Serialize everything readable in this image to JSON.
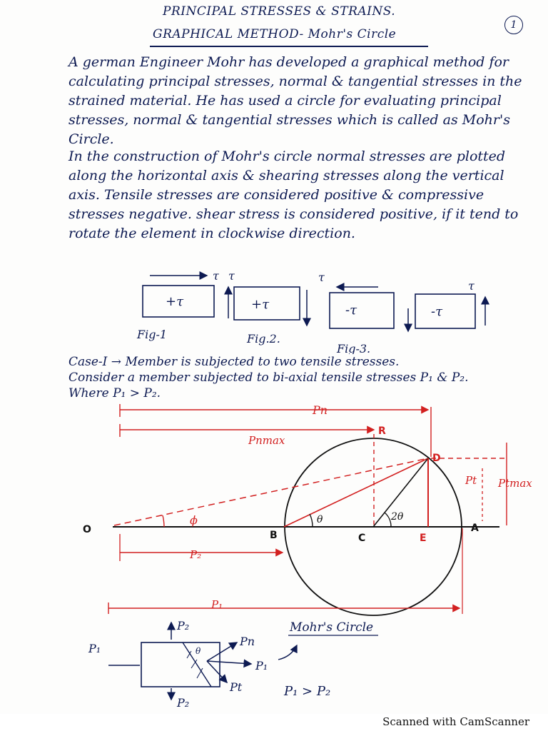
{
  "header": {
    "title_line1": "PRINCIPAL STRESSES & STRAINS.",
    "title_line2": "GRAPHICAL METHOD- Mohr's Circle",
    "page_number": "1"
  },
  "body": {
    "paragraph1": "A german Engineer Mohr has developed a graphical method for calculating principal stresses, normal & tangential stresses in the strained material. He has used a circle for evaluating principal stresses, normal & tangential stresses which is called as Mohr's Circle.",
    "paragraph2": "In the construction of Mohr's circle normal stresses are plotted along the horizontal axis & shearing stresses along the vertical axis. Tensile stresses are considered positive & compressive stresses negative. shear stress is considered positive, if it tend to rotate the element in clockwise direction."
  },
  "sign_figures": {
    "tau": "τ",
    "fig1": {
      "label": "Fig-1",
      "box_text": "+τ"
    },
    "fig2": {
      "label": "Fig.2.",
      "box_text": "+τ"
    },
    "fig3": {
      "label": "Fig-3.",
      "box_text": "-τ"
    },
    "fig4": {
      "box_text": "-τ"
    }
  },
  "case": {
    "line1": "Case-I → Member is subjected to two tensile stresses.",
    "line2": "Consider a member subjected to bi-axial tensile stresses P₁ & P₂.",
    "line3": "Where P₁ > P₂."
  },
  "mohr_diagram": {
    "title": "Mohr's Circle",
    "points": {
      "O": "O",
      "B": "B",
      "C": "C",
      "E": "E",
      "A": "A",
      "R": "R",
      "D": "D"
    },
    "labels": {
      "Pn": "Pn",
      "Pn_max": "Pnmax",
      "Pt": "Pt",
      "Pt_max": "Ptmax",
      "P2": "P₂",
      "P1": "P₁",
      "phi": "ϕ",
      "theta": "θ",
      "two_theta": "2θ"
    }
  },
  "element_sketch": {
    "P1_left": "P₁",
    "P2_top": "P₂",
    "P2_bottom": "P₂",
    "Pn": "Pn",
    "P1_right": "P₁",
    "Pt": "Pt",
    "theta": "θ",
    "note": "P₁ > P₂"
  },
  "footer": {
    "scanner": "Scanned with CamScanner"
  }
}
